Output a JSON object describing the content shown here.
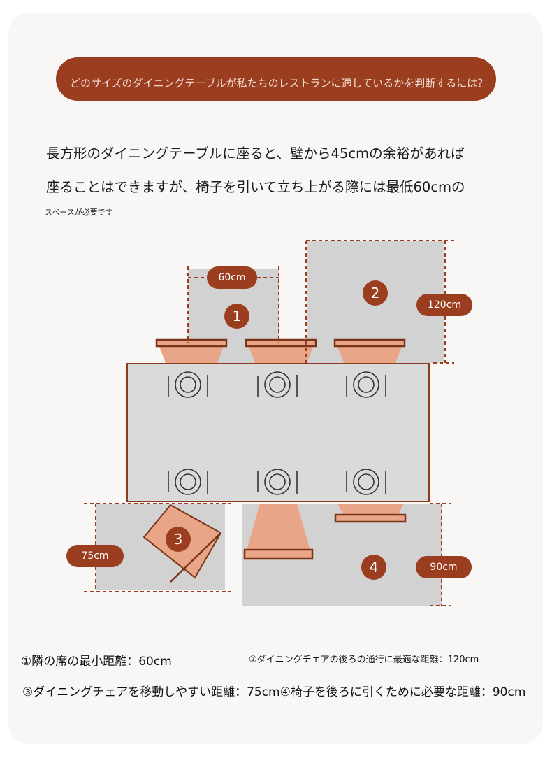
{
  "header": {
    "banner_text": "どのサイズのダイニングテーブルが私たちのレストランに適しているかを判断するには？"
  },
  "intro": {
    "line1": "長方形のダイニングテーブルに座ると、壁から45cmの余裕があれば",
    "line2": "座ることはできますが、椅子を引いて立ち上がる際には最低60cmの",
    "line3": "スペースが必要です"
  },
  "diagram": {
    "markers": [
      "1",
      "2",
      "3",
      "4"
    ],
    "dimensions": {
      "d1": "60cm",
      "d2": "120cm",
      "d3": "75cm",
      "d4": "90cm"
    }
  },
  "legend": {
    "item1": "①隣の席の最小距離：60cm",
    "item2": "②ダイニングチェアの後ろの通行に最適な距離：120cm",
    "item3": "③ダイニングチェアを移動しやすい距離：75cm④椅子を後ろに引くために必要な距離：90cm"
  },
  "colors": {
    "accent": "#9b3d1f",
    "chair": "#e9a587",
    "zone": "#d2d2d2",
    "table": "#dadada"
  }
}
